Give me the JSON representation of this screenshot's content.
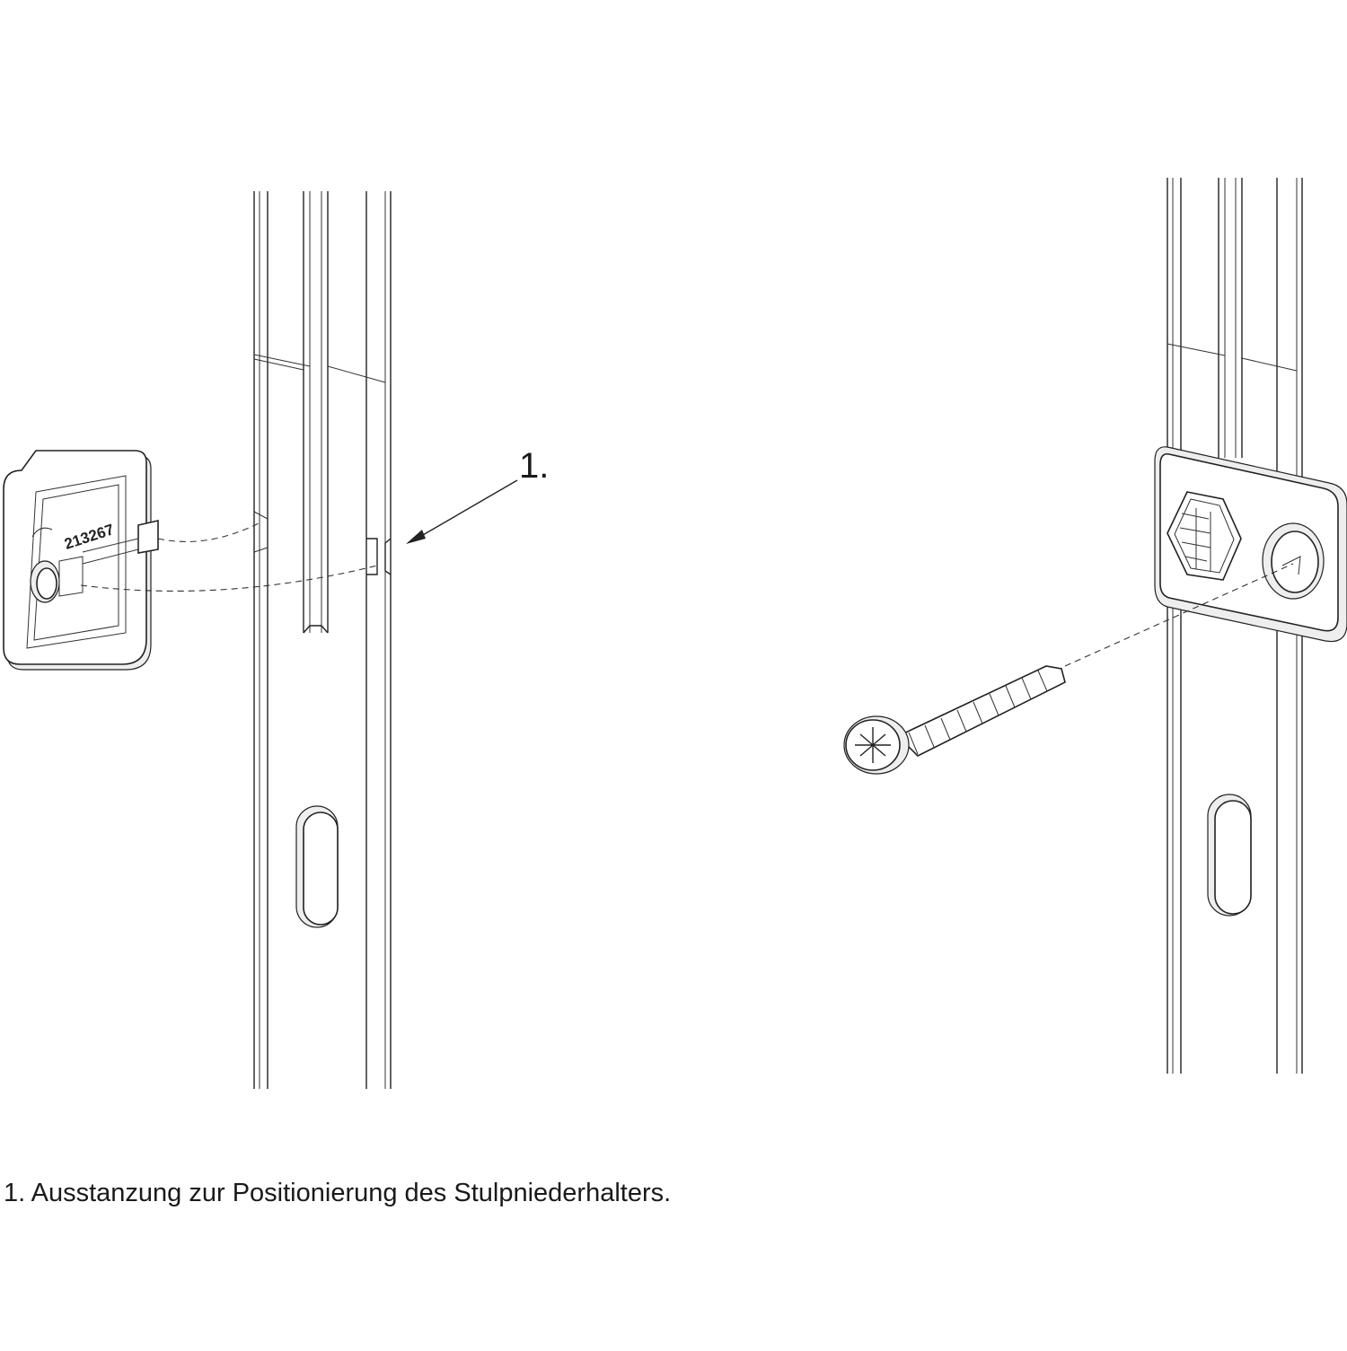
{
  "callout": {
    "label": "1."
  },
  "part_number": "213267",
  "caption": "1. Ausstanzung zur Positionierung des Stulpniederhalters."
}
